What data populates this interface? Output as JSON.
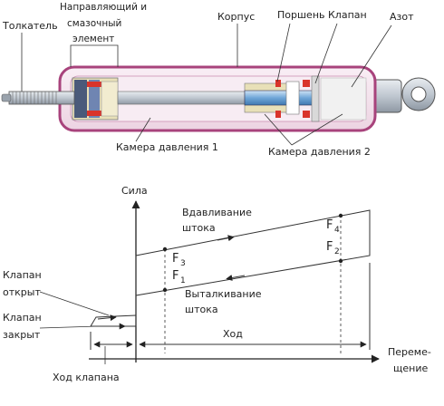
{
  "top": {
    "pusher": "Толкатель",
    "guide_1": "Направляющий и",
    "guide_2": "смазочный",
    "guide_3": "элемент",
    "housing": "Корпус",
    "piston": "Поршень",
    "valve": "Клапан",
    "nitrogen": "Азот",
    "chamber1": "Камера давления 1",
    "chamber2": "Камера давления 2"
  },
  "graph": {
    "y_axis": "Сила",
    "push_1": "Вдавливание",
    "push_2": "штока",
    "pull_1": "Выталкивание",
    "pull_2": "штока",
    "f_main": "F",
    "f3_sub": "3",
    "f1_sub": "1",
    "f4_sub": "4",
    "f2_sub": "2",
    "valve_open_1": "Клапан",
    "valve_open_2": "открыт",
    "valve_closed_1": "Клапан",
    "valve_closed_2": "закрыт",
    "stroke": "Ход",
    "disp_1": "Переме-",
    "disp_2": "щение",
    "valve_stroke": "Ход клапана"
  },
  "colors": {
    "housing_fill": "#f4e6ef",
    "housing_stroke": "#a8437c",
    "rod": "#c9d1da",
    "seal_red": "#d9342b",
    "guide_yellow": "#e8e0b8",
    "rod_blue": "#7fb3e0"
  }
}
